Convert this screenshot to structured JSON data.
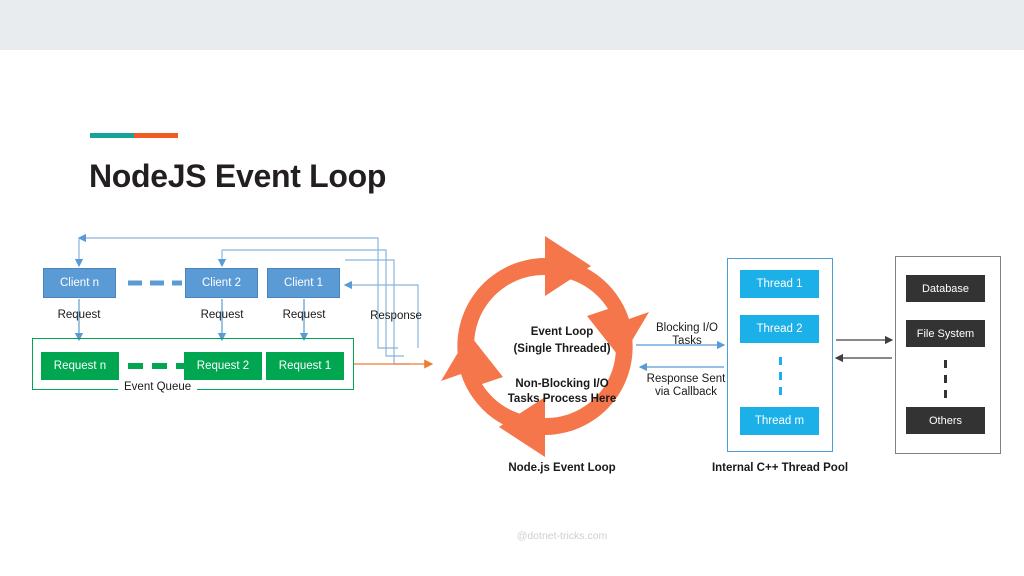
{
  "page": {
    "title": "NodeJS Event Loop",
    "accent_colors": {
      "teal": "#17a398",
      "orange": "#f15a22"
    },
    "topbar_color": "#e9ecee"
  },
  "diagram": {
    "watermark": "@dotnet-tricks.com",
    "clients": [
      {
        "label": "Client n",
        "request_label": "Request"
      },
      {
        "label": "Client 2",
        "request_label": "Request"
      },
      {
        "label": "Client 1",
        "request_label": "Request"
      }
    ],
    "queue": {
      "legend": "Event Queue",
      "items": [
        {
          "label": "Request n"
        },
        {
          "label": "Request 2"
        },
        {
          "label": "Request 1"
        }
      ]
    },
    "response_label": "Response",
    "event_loop": {
      "title": "Event Loop",
      "subtitle": "(Single Threaded)",
      "note_line1": "Non-Blocking I/O",
      "note_line2": "Tasks Process Here",
      "caption": "Node.js Event Loop",
      "color": "#f4764a"
    },
    "bridge": {
      "to_pool_line1": "Blocking I/O",
      "to_pool_line2": "Tasks",
      "from_pool_line1": "Response Sent",
      "from_pool_line2": "via Callback"
    },
    "thread_pool": {
      "caption": "Internal C++ Thread Pool",
      "threads": [
        {
          "label": "Thread 1"
        },
        {
          "label": "Thread 2"
        },
        {
          "label": "Thread m"
        }
      ],
      "color": "#1cb0e8"
    },
    "resources": {
      "items": [
        {
          "label": "Database"
        },
        {
          "label": "File System"
        },
        {
          "label": "Others"
        }
      ],
      "color": "#333333"
    },
    "colors": {
      "client": "#5b9bd5",
      "request": "#00a650",
      "arrow_blue": "#5b9bd5",
      "arrow_orange": "#ed7d31",
      "arrow_gray": "#404040"
    }
  }
}
